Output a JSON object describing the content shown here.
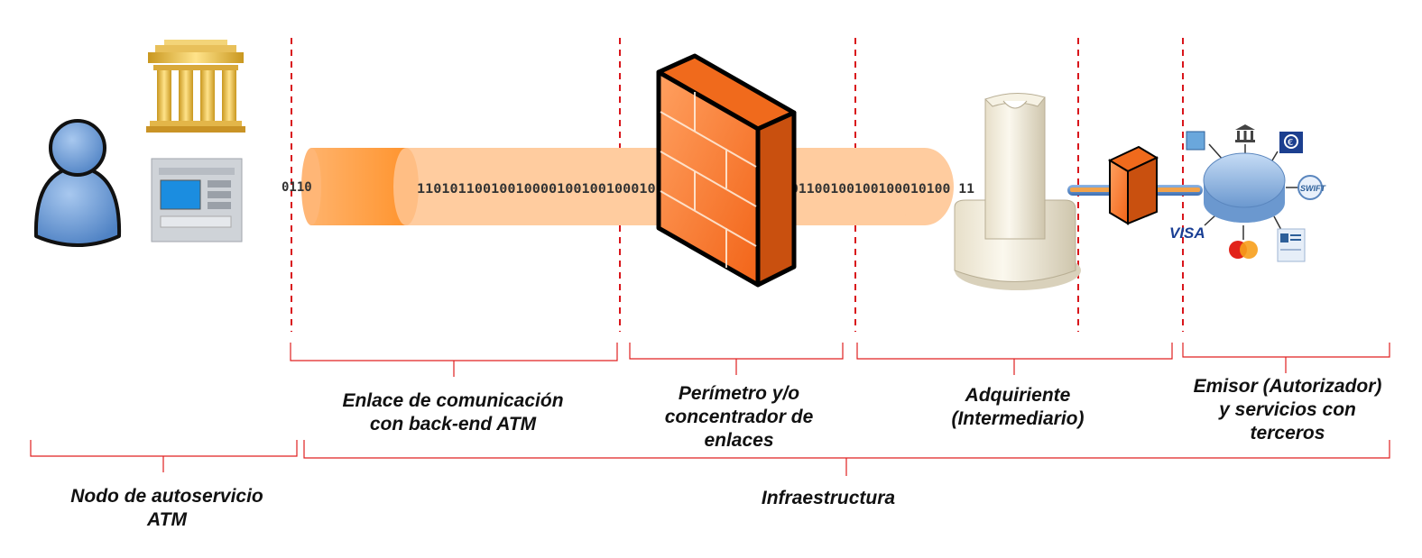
{
  "bits": {
    "start": "0110",
    "pipe_a": "11010110010010000100100100010111",
    "pipe_b": "01100100100100010100 11"
  },
  "icons": {
    "user": "user-icon",
    "bank": "bank-building-icon",
    "atm": "atm-machine-icon",
    "firewall": "firewall-icon",
    "acquirer": "acquirer-server-icon",
    "issuer": "issuer-hub-icon",
    "visa": "VISA",
    "swift": "SWIFT"
  },
  "labels": {
    "enlace": "Enlace de comunicación\ncon back-end ATM",
    "perimetro": "Perímetro y/o\nconcentrador de\nenlaces",
    "adquiriente": "Adquiriente\n(Intermediario)",
    "emisor": "Emisor (Autorizador)\ny servicios con\nterceros",
    "nodo": "Nodo de autoservicio\nATM",
    "infra": "Infraestructura"
  },
  "colors": {
    "divider": "#d9151b",
    "brace": "#e02020",
    "pipe_dark": "#ff9a3c",
    "pipe_light": "#ffc99a",
    "firewall": "#ff7a2a",
    "user": "#6fa0d8"
  }
}
